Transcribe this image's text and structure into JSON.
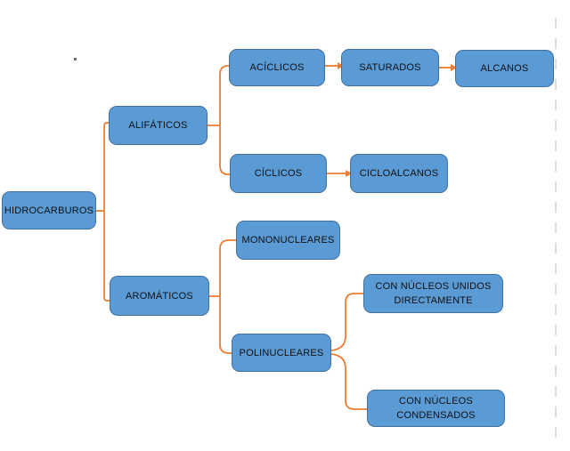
{
  "diagram": {
    "description": "Hydrocarbon classification tree (Spanish)",
    "colors": {
      "node_fill": "#5b9bd5",
      "node_border": "#41719c",
      "connector": "#ed7d31",
      "text": "#101010",
      "margin_guide": "#c9c9c9"
    },
    "nodes": {
      "hidrocarburos": {
        "label": "HIDROCARBUROS"
      },
      "alifaticos": {
        "label": "ALIFÁTICOS"
      },
      "aromaticos": {
        "label": "AROMÁTICOS"
      },
      "aciclicos": {
        "label": "ACÍCLICOS"
      },
      "ciclicos": {
        "label": "CÍCLICOS"
      },
      "saturados": {
        "label": "SATURADOS"
      },
      "alcanos": {
        "label": "ALCANOS"
      },
      "cicloalcanos": {
        "label": "CICLOALCANOS"
      },
      "mononucleares": {
        "label": "MONONUCLEARES"
      },
      "polinucleares": {
        "label": "POLINUCLEARES"
      },
      "nucleos_unidos": {
        "label": "CON NÚCLEOS UNIDOS\nDIRECTAMENTE"
      },
      "nucleos_condensados": {
        "label": "CON NÚCLEOS\nCONDENSADOS"
      }
    },
    "edges": [
      {
        "from": "HIDROCARBUROS",
        "to": "ALIFÁTICOS",
        "type": "elbow"
      },
      {
        "from": "HIDROCARBUROS",
        "to": "AROMÁTICOS",
        "type": "elbow"
      },
      {
        "from": "ALIFÁTICOS",
        "to": "ACÍCLICOS",
        "type": "elbow"
      },
      {
        "from": "ALIFÁTICOS",
        "to": "CÍCLICOS",
        "type": "elbow"
      },
      {
        "from": "ACÍCLICOS",
        "to": "SATURADOS",
        "type": "arrow"
      },
      {
        "from": "SATURADOS",
        "to": "ALCANOS",
        "type": "arrow"
      },
      {
        "from": "CÍCLICOS",
        "to": "CICLOALCANOS",
        "type": "arrow"
      },
      {
        "from": "AROMÁTICOS",
        "to": "MONONUCLEARES",
        "type": "elbow"
      },
      {
        "from": "AROMÁTICOS",
        "to": "POLINUCLEARES",
        "type": "elbow"
      },
      {
        "from": "POLINUCLEARES",
        "to": "CON NÚCLEOS UNIDOS DIRECTAMENTE",
        "type": "elbow"
      },
      {
        "from": "POLINUCLEARES",
        "to": "CON NÚCLEOS CONDENSADOS",
        "type": "elbow"
      }
    ],
    "stray_mark": "."
  }
}
